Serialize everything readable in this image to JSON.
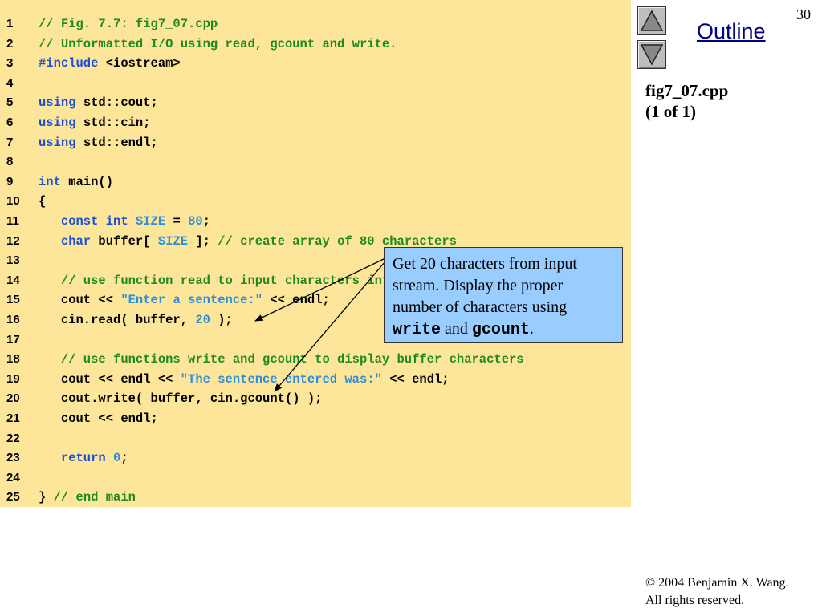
{
  "slide": {
    "page_number": "30",
    "outline_label": "Outline",
    "file_title_line1": "fig7_07.cpp",
    "file_title_line2": "(1 of 1)",
    "copyright_symbol": "©",
    "copyright_line1": " 2004 Benjamin X. Wang.",
    "copyright_line2": "All rights reserved."
  },
  "callout": {
    "text_before": "Get 20 characters from input stream. Display the proper number of characters using ",
    "write_fn": "write",
    "and_word": " and ",
    "gcount_fn": "gcount",
    "period": "."
  },
  "code": [
    {
      "n": "1",
      "t": [
        [
          "cm",
          "// Fig. 7.7: fig7_07.cpp"
        ]
      ]
    },
    {
      "n": "2",
      "t": [
        [
          "cm",
          "// Unformatted I/O using read, gcount and write."
        ]
      ]
    },
    {
      "n": "3",
      "t": [
        [
          "pp",
          "#include"
        ],
        [
          "tx",
          " <iostream>"
        ]
      ]
    },
    {
      "n": "4",
      "t": []
    },
    {
      "n": "5",
      "t": [
        [
          "kw",
          "using"
        ],
        [
          "tx",
          " std::cout;"
        ]
      ]
    },
    {
      "n": "6",
      "t": [
        [
          "kw",
          "using"
        ],
        [
          "tx",
          " std::cin;"
        ]
      ]
    },
    {
      "n": "7",
      "t": [
        [
          "kw",
          "using"
        ],
        [
          "tx",
          " std::endl;"
        ]
      ]
    },
    {
      "n": "8",
      "t": []
    },
    {
      "n": "9",
      "t": [
        [
          "kw",
          "int"
        ],
        [
          "tx",
          " main()"
        ]
      ]
    },
    {
      "n": "10",
      "t": [
        [
          "tx",
          "{"
        ]
      ]
    },
    {
      "n": "11",
      "t": [
        [
          "tx",
          "   "
        ],
        [
          "kw",
          "const int"
        ],
        [
          "tx",
          " "
        ],
        [
          "nm",
          "SIZE"
        ],
        [
          "tx",
          " = "
        ],
        [
          "nm",
          "80"
        ],
        [
          "tx",
          ";"
        ]
      ]
    },
    {
      "n": "12",
      "t": [
        [
          "tx",
          "   "
        ],
        [
          "kw",
          "char"
        ],
        [
          "tx",
          " buffer[ "
        ],
        [
          "nm",
          "SIZE"
        ],
        [
          "tx",
          " ]; "
        ],
        [
          "cm",
          "// create array of 80 characters"
        ]
      ]
    },
    {
      "n": "13",
      "t": []
    },
    {
      "n": "14",
      "t": [
        [
          "tx",
          "   "
        ],
        [
          "cm",
          "// use function read to input characters into buffer"
        ]
      ]
    },
    {
      "n": "15",
      "t": [
        [
          "tx",
          "   cout << "
        ],
        [
          "st",
          "\"Enter a sentence:\""
        ],
        [
          "tx",
          " << endl;"
        ]
      ]
    },
    {
      "n": "16",
      "t": [
        [
          "tx",
          "   cin.read( buffer, "
        ],
        [
          "nm",
          "20"
        ],
        [
          "tx",
          " );"
        ]
      ]
    },
    {
      "n": "17",
      "t": []
    },
    {
      "n": "18",
      "t": [
        [
          "tx",
          "   "
        ],
        [
          "cm",
          "// use functions write and gcount to display buffer characters"
        ]
      ]
    },
    {
      "n": "19",
      "t": [
        [
          "tx",
          "   cout << endl << "
        ],
        [
          "st",
          "\"The sentence entered was:\""
        ],
        [
          "tx",
          " << endl;"
        ]
      ]
    },
    {
      "n": "20",
      "t": [
        [
          "tx",
          "   cout.write( buffer, cin.gcount() );"
        ]
      ]
    },
    {
      "n": "21",
      "t": [
        [
          "tx",
          "   cout << endl;"
        ]
      ]
    },
    {
      "n": "22",
      "t": []
    },
    {
      "n": "23",
      "t": [
        [
          "tx",
          "   "
        ],
        [
          "kw",
          "return"
        ],
        [
          "tx",
          " "
        ],
        [
          "nm",
          "0"
        ],
        [
          "tx",
          ";"
        ]
      ]
    },
    {
      "n": "24",
      "t": []
    },
    {
      "n": "25",
      "t": [
        [
          "tx",
          "} "
        ],
        [
          "cm",
          "// end main"
        ]
      ]
    }
  ],
  "colors": {
    "code_background": "#fde59a",
    "callout_background": "#99ccff",
    "keyword": "#1a4fd6",
    "comment": "#1f8a1f",
    "string_literal": "#2c8fd9",
    "outline_link": "#000080"
  },
  "icons": {
    "nav_up": "triangle-up-icon",
    "nav_down": "triangle-down-icon"
  }
}
